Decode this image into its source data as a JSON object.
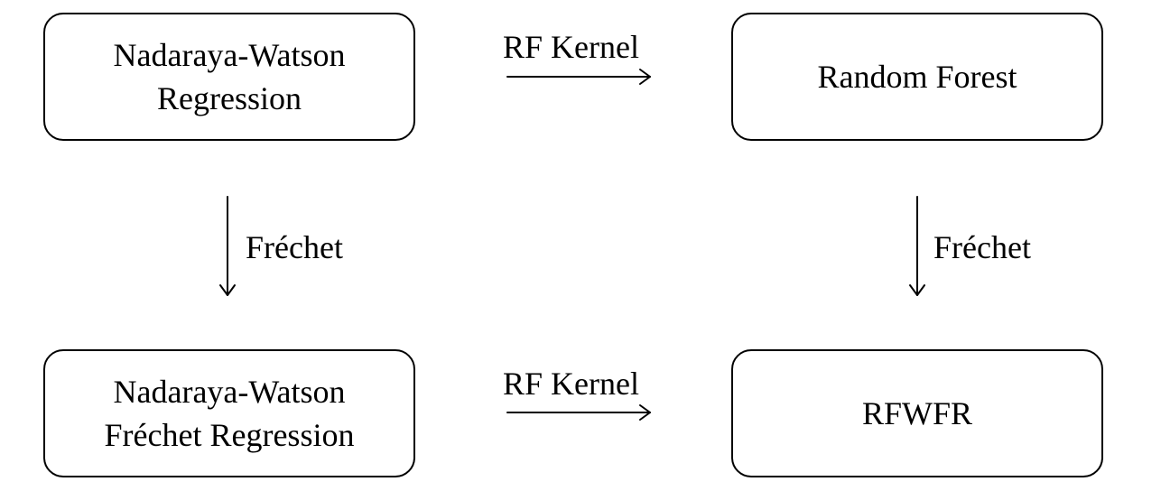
{
  "nodes": {
    "top_left": {
      "lines": [
        "Nadaraya-Watson",
        "Regression"
      ]
    },
    "top_right": {
      "lines": [
        "Random Forest"
      ]
    },
    "bottom_left": {
      "lines": [
        "Nadaraya-Watson",
        "Fréchet Regression"
      ]
    },
    "bottom_right": {
      "lines": [
        "RFWFR"
      ]
    }
  },
  "edges": {
    "top": {
      "from": "Nadaraya-Watson Regression",
      "to": "Random Forest",
      "label": "RF Kernel"
    },
    "bottom": {
      "from": "Nadaraya-Watson Fréchet Regression",
      "to": "RFWFR",
      "label": "RF Kernel"
    },
    "left": {
      "from": "Nadaraya-Watson Regression",
      "to": "Nadaraya-Watson Fréchet Regression",
      "label": "Fréchet"
    },
    "right": {
      "from": "Random Forest",
      "to": "RFWFR",
      "label": "Fréchet"
    }
  },
  "colors": {
    "stroke": "#000000",
    "background": "#ffffff"
  }
}
